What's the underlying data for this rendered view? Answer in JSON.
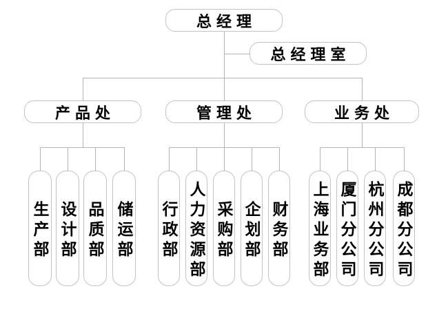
{
  "org_chart": {
    "root": {
      "label": "总经理"
    },
    "staff_office": {
      "label": "总经理室"
    },
    "divisions": [
      {
        "label": "产品处",
        "departments": [
          "生产部",
          "设计部",
          "品质部",
          "储运部"
        ]
      },
      {
        "label": "管理处",
        "departments": [
          "行政部",
          "人力资源部",
          "采购部",
          "企划部",
          "财务部"
        ]
      },
      {
        "label": "业务处",
        "departments": [
          "上海业务部",
          "厦门分公司",
          "杭州分公司",
          "成都分公司"
        ]
      }
    ]
  },
  "colors": {
    "background": "#ffffff",
    "line": "#b4b4b4",
    "node_border": "#c3c3c3",
    "text": "#000000"
  }
}
